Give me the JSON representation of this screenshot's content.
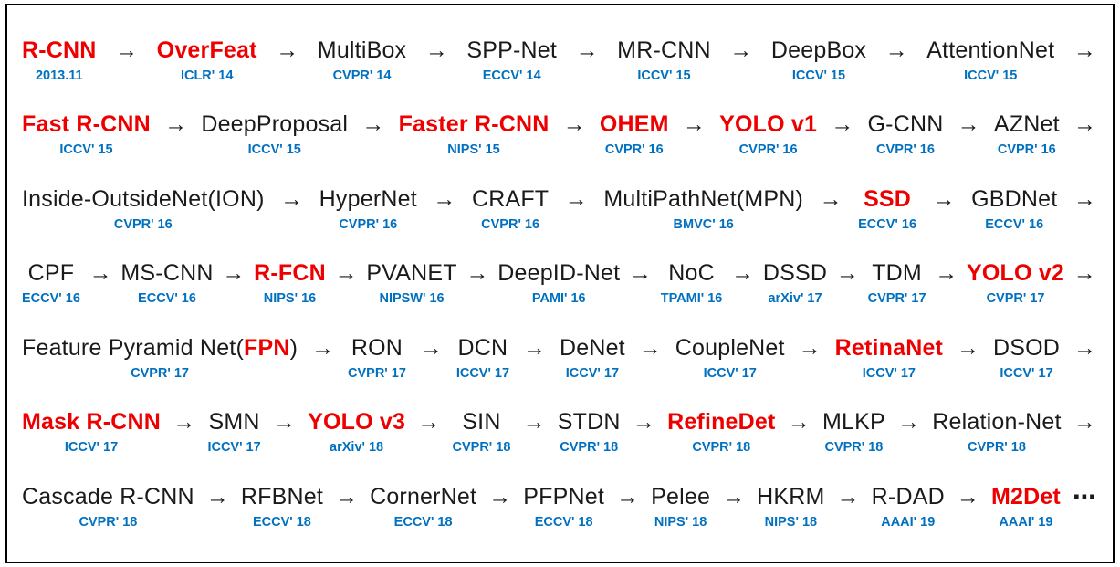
{
  "title": "Object detection model timeline",
  "colors": {
    "red": "#ee0000",
    "blue": "#0070c0",
    "black": "#1a1a1a",
    "border": "#000000"
  },
  "glyphs": {
    "arrow": "→",
    "ellipsis": "⋯"
  },
  "rows": [
    {
      "trailing": "arrow",
      "items": [
        {
          "name": "R-CNN",
          "venue": "2013.11",
          "red": true
        },
        {
          "name": "OverFeat",
          "venue": "ICLR' 14",
          "red": true
        },
        {
          "name": "MultiBox",
          "venue": "CVPR' 14",
          "red": false
        },
        {
          "name": "SPP-Net",
          "venue": "ECCV' 14",
          "red": false
        },
        {
          "name": "MR-CNN",
          "venue": "ICCV' 15",
          "red": false
        },
        {
          "name": "DeepBox",
          "venue": "ICCV' 15",
          "red": false
        },
        {
          "name": "AttentionNet",
          "venue": "ICCV' 15",
          "red": false
        }
      ]
    },
    {
      "trailing": "arrow",
      "items": [
        {
          "name": "Fast R-CNN",
          "venue": "ICCV' 15",
          "red": true
        },
        {
          "name": "DeepProposal",
          "venue": "ICCV' 15",
          "red": false
        },
        {
          "name": "Faster R-CNN",
          "venue": "NIPS' 15",
          "red": true
        },
        {
          "name": "OHEM",
          "venue": "CVPR' 16",
          "red": true
        },
        {
          "name": "YOLO v1",
          "venue": "CVPR' 16",
          "red": true
        },
        {
          "name": "G-CNN",
          "venue": "CVPR' 16",
          "red": false
        },
        {
          "name": "AZNet",
          "venue": "CVPR' 16",
          "red": false
        }
      ]
    },
    {
      "trailing": "arrow",
      "items": [
        {
          "name": "Inside-OutsideNet(ION)",
          "venue": "CVPR' 16",
          "red": false
        },
        {
          "name": "HyperNet",
          "venue": "CVPR' 16",
          "red": false
        },
        {
          "name": "CRAFT",
          "venue": "CVPR' 16",
          "red": false
        },
        {
          "name": "MultiPathNet(MPN)",
          "venue": "BMVC' 16",
          "red": false
        },
        {
          "name": "SSD",
          "venue": "ECCV' 16",
          "red": true
        },
        {
          "name": "GBDNet",
          "venue": "ECCV' 16",
          "red": false
        }
      ]
    },
    {
      "trailing": "arrow",
      "items": [
        {
          "name": "CPF",
          "venue": "ECCV' 16",
          "red": false
        },
        {
          "name": "MS-CNN",
          "venue": "ECCV' 16",
          "red": false
        },
        {
          "name": "R-FCN",
          "venue": "NIPS' 16",
          "red": true
        },
        {
          "name": "PVANET",
          "venue": "NIPSW' 16",
          "red": false
        },
        {
          "name": "DeepID-Net",
          "venue": "PAMI' 16",
          "red": false
        },
        {
          "name": "NoC",
          "venue": "TPAMI' 16",
          "red": false
        },
        {
          "name": "DSSD",
          "venue": "arXiv' 17",
          "red": false
        },
        {
          "name": "TDM",
          "venue": "CVPR' 17",
          "red": false
        },
        {
          "name": "YOLO v2",
          "venue": "CVPR' 17",
          "red": true
        }
      ]
    },
    {
      "trailing": "arrow",
      "items": [
        {
          "parts": [
            {
              "text": "Feature Pyramid Net(",
              "red": false
            },
            {
              "text": "FPN",
              "red": true
            },
            {
              "text": ")",
              "red": false
            }
          ],
          "venue": "CVPR' 17"
        },
        {
          "name": "RON",
          "venue": "CVPR' 17",
          "red": false
        },
        {
          "name": "DCN",
          "venue": "ICCV' 17",
          "red": false
        },
        {
          "name": "DeNet",
          "venue": "ICCV' 17",
          "red": false
        },
        {
          "name": "CoupleNet",
          "venue": "ICCV' 17",
          "red": false
        },
        {
          "name": "RetinaNet",
          "venue": "ICCV' 17",
          "red": true
        },
        {
          "name": "DSOD",
          "venue": "ICCV' 17",
          "red": false
        }
      ]
    },
    {
      "trailing": "arrow",
      "items": [
        {
          "name": "Mask R-CNN",
          "venue": "ICCV' 17",
          "red": true
        },
        {
          "name": "SMN",
          "venue": "ICCV' 17",
          "red": false
        },
        {
          "name": "YOLO v3",
          "venue": "arXiv' 18",
          "red": true
        },
        {
          "name": "SIN",
          "venue": "CVPR' 18",
          "red": false
        },
        {
          "name": "STDN",
          "venue": "CVPR' 18",
          "red": false
        },
        {
          "name": "RefineDet",
          "venue": "CVPR' 18",
          "red": true
        },
        {
          "name": "MLKP",
          "venue": "CVPR' 18",
          "red": false
        },
        {
          "name": "Relation-Net",
          "venue": "CVPR' 18",
          "red": false
        }
      ]
    },
    {
      "trailing": "ellipsis",
      "items": [
        {
          "name": "Cascade R-CNN",
          "venue": "CVPR' 18",
          "red": false
        },
        {
          "name": "RFBNet",
          "venue": "ECCV' 18",
          "red": false
        },
        {
          "name": "CornerNet",
          "venue": "ECCV' 18",
          "red": false
        },
        {
          "name": "PFPNet",
          "venue": "ECCV' 18",
          "red": false
        },
        {
          "name": "Pelee",
          "venue": "NIPS' 18",
          "red": false
        },
        {
          "name": "HKRM",
          "venue": "NIPS' 18",
          "red": false
        },
        {
          "name": "R-DAD",
          "venue": "AAAI' 19",
          "red": false
        },
        {
          "name": "M2Det",
          "venue": "AAAI' 19",
          "red": true
        }
      ]
    }
  ]
}
